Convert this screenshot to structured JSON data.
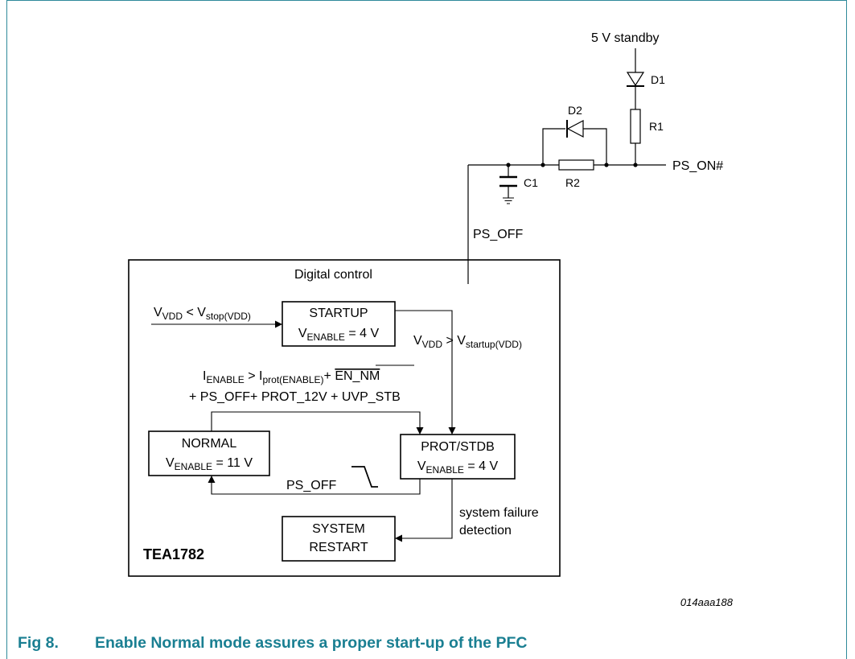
{
  "circuit": {
    "supply": "5 V standby",
    "d1": "D1",
    "d2": "D2",
    "r1": "R1",
    "r2": "R2",
    "c1": "C1",
    "ps_on": "PS_ON#",
    "ps_off": "PS_OFF"
  },
  "block": {
    "title": "Digital control",
    "chip": "TEA1782"
  },
  "states": {
    "startup": {
      "name": "STARTUP",
      "v": "V",
      "sub": "ENABLE",
      "val": " = 4 V"
    },
    "normal": {
      "name": "NORMAL",
      "v": "V",
      "sub": "ENABLE",
      "val": " = 11 V"
    },
    "prot": {
      "name": "PROT/STDB",
      "v": "V",
      "sub": "ENABLE",
      "val": " = 4 V"
    },
    "restart": {
      "line1": "SYSTEM",
      "line2": "RESTART"
    }
  },
  "conditions": {
    "stop": {
      "v1": "V",
      "s1": "VDD",
      "op": " < V",
      "s2": "stop(VDD)"
    },
    "start": {
      "v1": "V",
      "s1": "VDD",
      "op": " > V",
      "s2": "startup(VDD)"
    },
    "prot_a": {
      "i1": "I",
      "s1": "ENABLE",
      "op": " > I",
      "s2": "prot(ENABLE)",
      "plus": "+ ",
      "en": "EN_NM"
    },
    "prot_b": "+ PS_OFF+ PROT_12V + UVP_STB",
    "ps_off_edge": "PS_OFF",
    "failure_1": "system failure",
    "failure_2": "detection"
  },
  "ref": "014aaa188",
  "caption": {
    "number": "Fig 8.",
    "text": "Enable Normal mode assures a proper start-up of the PFC"
  },
  "colors": {
    "accent": "#1a7f92",
    "frame": "#2f8a9a"
  }
}
